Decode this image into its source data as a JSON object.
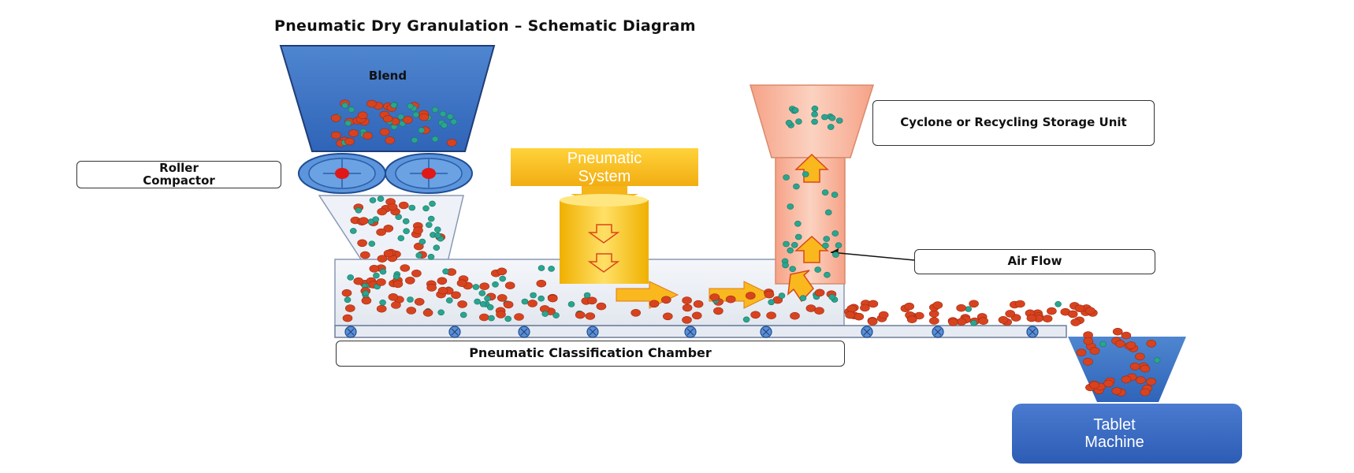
{
  "title": "Pneumatic Dry Granulation – Schematic Diagram",
  "labels": {
    "blend": "Blend",
    "roller_compactor": "Roller Compactor",
    "pneumatic_system_line1": "Pneumatic",
    "pneumatic_system_line2": "System",
    "cyclone": "Cyclone or Recycling Storage Unit",
    "air_flow": "Air Flow",
    "chamber": "Pneumatic Classification Chamber",
    "tablet_line1": "Tablet",
    "tablet_line2": "Machine"
  },
  "colors": {
    "hopper_blue": "#5b8fd4",
    "granule_red": "#d8431f",
    "fines_teal": "#2aa58f",
    "pneumatic_yellow": "#f3be18",
    "cyclone_salmon": "#f6b39a",
    "arrow_orange": "#f9b81e",
    "tablet_blue": "#3f6fc6"
  }
}
